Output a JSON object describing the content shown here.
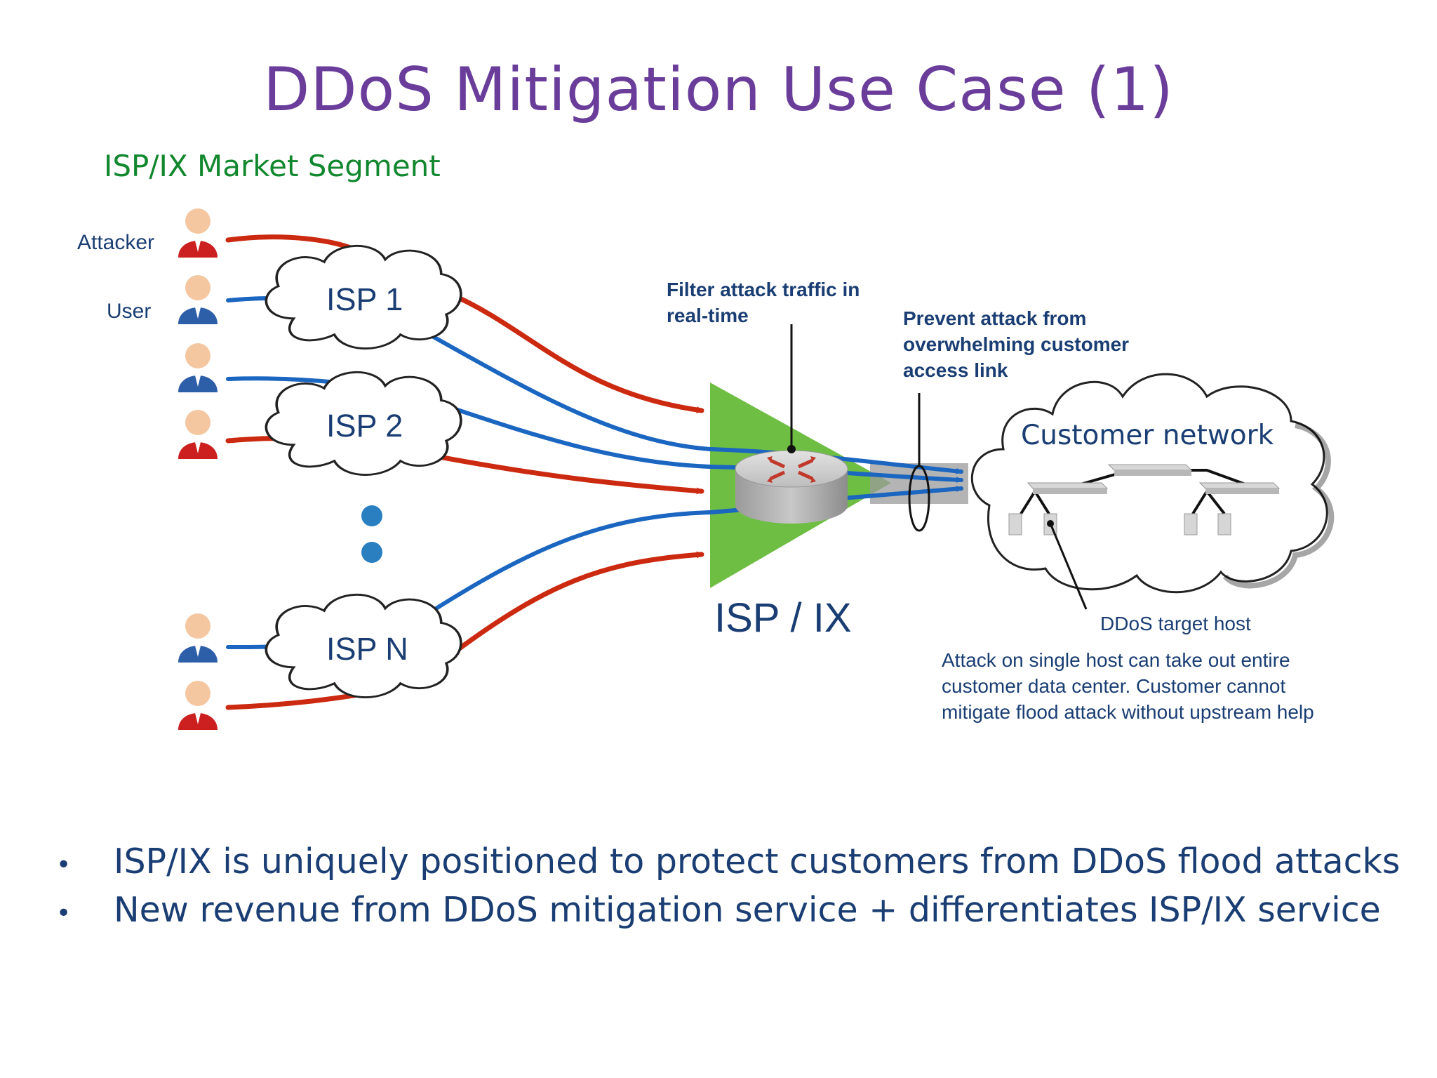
{
  "title": "DDoS Mitigation Use Case (1)",
  "subtitle": "ISP/IX Market Segment",
  "labels": {
    "attacker": "Attacker",
    "user": "User"
  },
  "isps": [
    "ISP 1",
    "ISP 2",
    "ISP N"
  ],
  "hub_label": "ISP / IX",
  "customer_label": "Customer network",
  "callouts": {
    "filter": [
      "Filter attack traffic in",
      "real-time"
    ],
    "prevent": [
      "Prevent attack from",
      "overwhelming customer",
      "access link"
    ],
    "target": "DDoS target host",
    "attack_note": [
      "Attack on single host can take out entire",
      "customer data center. Customer cannot",
      "mitigate flood attack without upstream help"
    ]
  },
  "bullets": [
    "ISP/IX is uniquely positioned to protect customers from DDoS flood attacks",
    "New revenue from DDoS mitigation service + differentiates ISP/IX service"
  ],
  "colors": {
    "title": "#6a3d9a",
    "subtitle": "#11872e",
    "attack": "#cc2a10",
    "user": "#1a66c0",
    "hub": "#6fbe44",
    "text": "#1a3e73"
  },
  "icons": [
    "attacker-person-icon",
    "user-person-icon",
    "router-icon",
    "server-icon",
    "switch-icon",
    "cloud-icon"
  ]
}
